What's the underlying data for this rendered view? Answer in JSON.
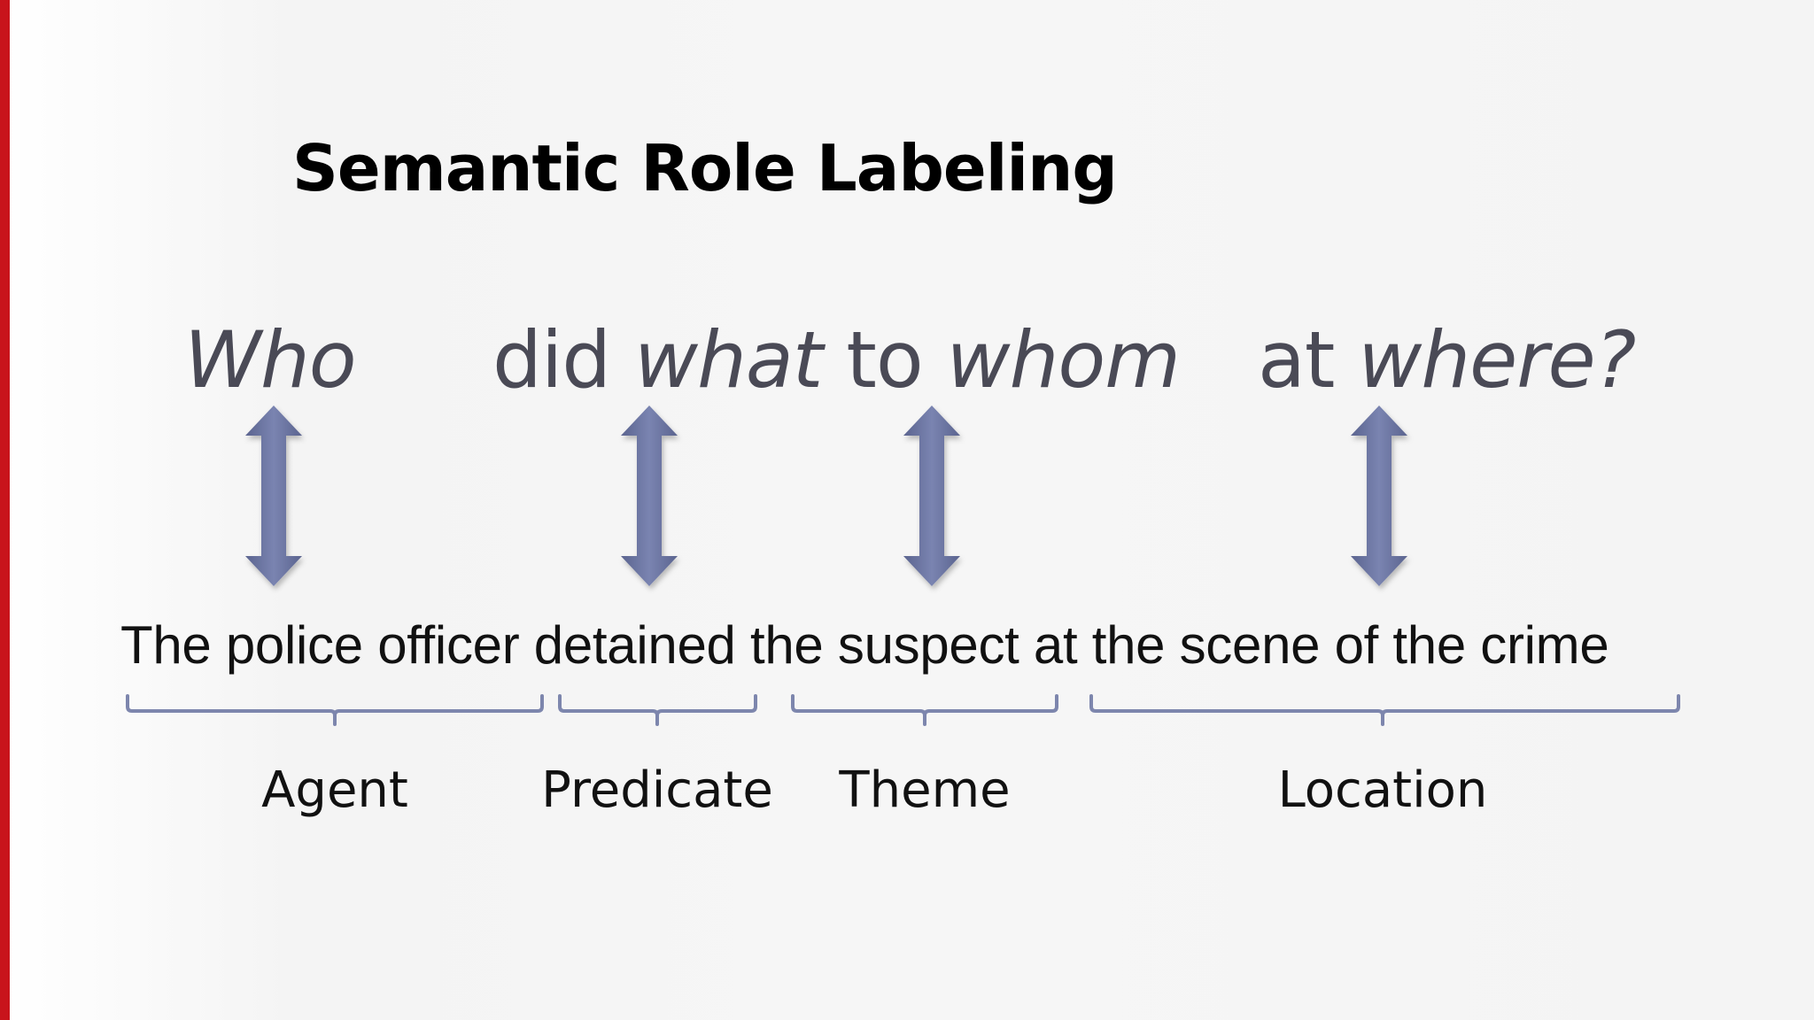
{
  "title": "Semantic Role Labeling",
  "question": {
    "who": "Who",
    "did": "did",
    "what": "what",
    "to": "to",
    "whom": "whom",
    "at": "at",
    "where": "where?"
  },
  "sentence": {
    "agent": "The police officer",
    "predicate": "detained",
    "theme": "the suspect",
    "location": "at the scene of the crime"
  },
  "roles": {
    "agent": "Agent",
    "predicate": "Predicate",
    "theme": "Theme",
    "location": "Location"
  },
  "colors": {
    "accent_bar": "#c8141b",
    "arrow": "#6a74a0",
    "brace": "#7d86ad"
  }
}
